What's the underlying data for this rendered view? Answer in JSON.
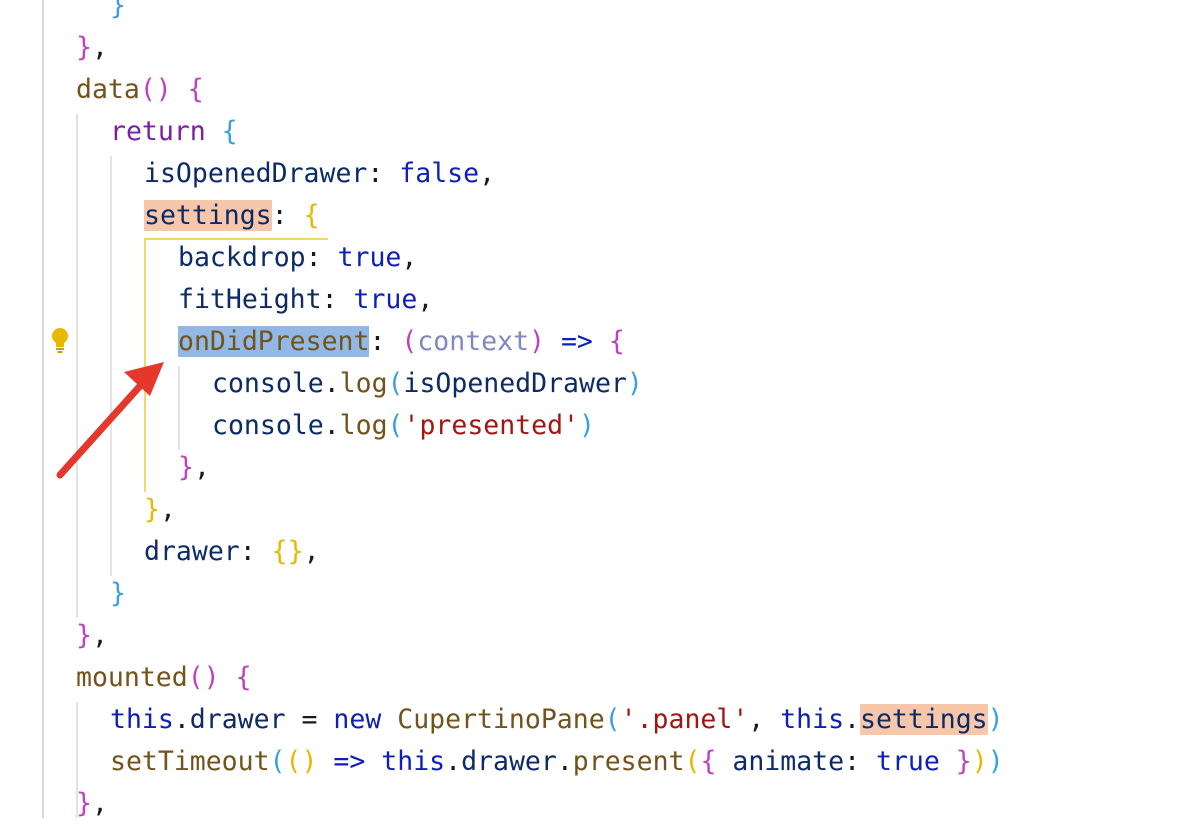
{
  "editor": {
    "lines": [
      {
        "indent": 3,
        "tokens": [
          {
            "t": "}",
            "c": "b3"
          }
        ]
      },
      {
        "indent": 2,
        "tokens": [
          {
            "t": "}",
            "c": "b2"
          },
          {
            "t": ",",
            "c": "plain"
          }
        ]
      },
      {
        "indent": 2,
        "tokens": [
          {
            "t": "data",
            "c": "fn"
          },
          {
            "t": "()",
            "c": "b2"
          },
          {
            "t": " ",
            "c": "plain"
          },
          {
            "t": "{",
            "c": "b2"
          }
        ]
      },
      {
        "indent": 3,
        "tokens": [
          {
            "t": "return",
            "c": "kw"
          },
          {
            "t": " ",
            "c": "plain"
          },
          {
            "t": "{",
            "c": "b3"
          }
        ]
      },
      {
        "indent": 4,
        "tokens": [
          {
            "t": "isOpenedDrawer",
            "c": "prop"
          },
          {
            "t": ": ",
            "c": "plain"
          },
          {
            "t": "false",
            "c": "bool"
          },
          {
            "t": ",",
            "c": "plain"
          }
        ]
      },
      {
        "indent": 4,
        "tokens": [
          {
            "t": "settings",
            "c": "prop hl-ref"
          },
          {
            "t": ": ",
            "c": "plain"
          },
          {
            "t": "{",
            "c": "b1"
          }
        ]
      },
      {
        "indent": 5,
        "tokens": [
          {
            "t": "backdrop",
            "c": "prop"
          },
          {
            "t": ": ",
            "c": "plain"
          },
          {
            "t": "true",
            "c": "bool"
          },
          {
            "t": ",",
            "c": "plain"
          }
        ]
      },
      {
        "indent": 5,
        "tokens": [
          {
            "t": "fitHeight",
            "c": "prop"
          },
          {
            "t": ": ",
            "c": "plain"
          },
          {
            "t": "true",
            "c": "bool"
          },
          {
            "t": ",",
            "c": "plain"
          }
        ]
      },
      {
        "indent": 5,
        "tokens": [
          {
            "t": "onDidPresent",
            "c": "fn hl-sel"
          },
          {
            "t": ": ",
            "c": "plain"
          },
          {
            "t": "(",
            "c": "b2"
          },
          {
            "t": "context",
            "c": "param"
          },
          {
            "t": ")",
            "c": "b2"
          },
          {
            "t": " ",
            "c": "plain"
          },
          {
            "t": "=>",
            "c": "op"
          },
          {
            "t": " ",
            "c": "plain"
          },
          {
            "t": "{",
            "c": "b2"
          }
        ]
      },
      {
        "indent": 6,
        "tokens": [
          {
            "t": "console",
            "c": "prop"
          },
          {
            "t": ".",
            "c": "plain"
          },
          {
            "t": "log",
            "c": "fn"
          },
          {
            "t": "(",
            "c": "b3"
          },
          {
            "t": "isOpenedDrawer",
            "c": "prop"
          },
          {
            "t": ")",
            "c": "b3"
          }
        ]
      },
      {
        "indent": 6,
        "tokens": [
          {
            "t": "console",
            "c": "prop"
          },
          {
            "t": ".",
            "c": "plain"
          },
          {
            "t": "log",
            "c": "fn"
          },
          {
            "t": "(",
            "c": "b3"
          },
          {
            "t": "'presented'",
            "c": "str"
          },
          {
            "t": ")",
            "c": "b3"
          }
        ]
      },
      {
        "indent": 5,
        "tokens": [
          {
            "t": "}",
            "c": "b2"
          },
          {
            "t": ",",
            "c": "plain"
          }
        ]
      },
      {
        "indent": 4,
        "tokens": [
          {
            "t": "}",
            "c": "b1"
          },
          {
            "t": ",",
            "c": "plain"
          }
        ]
      },
      {
        "indent": 4,
        "tokens": [
          {
            "t": "drawer",
            "c": "prop"
          },
          {
            "t": ": ",
            "c": "plain"
          },
          {
            "t": "{}",
            "c": "b1"
          },
          {
            "t": ",",
            "c": "plain"
          }
        ]
      },
      {
        "indent": 3,
        "tokens": [
          {
            "t": "}",
            "c": "b3"
          }
        ]
      },
      {
        "indent": 2,
        "tokens": [
          {
            "t": "}",
            "c": "b2"
          },
          {
            "t": ",",
            "c": "plain"
          }
        ]
      },
      {
        "indent": 2,
        "tokens": [
          {
            "t": "mounted",
            "c": "fn"
          },
          {
            "t": "()",
            "c": "b2"
          },
          {
            "t": " ",
            "c": "plain"
          },
          {
            "t": "{",
            "c": "b2"
          }
        ]
      },
      {
        "indent": 3,
        "tokens": [
          {
            "t": "this",
            "c": "bool"
          },
          {
            "t": ".",
            "c": "plain"
          },
          {
            "t": "drawer",
            "c": "prop"
          },
          {
            "t": " = ",
            "c": "plain"
          },
          {
            "t": "new",
            "c": "bool"
          },
          {
            "t": " ",
            "c": "plain"
          },
          {
            "t": "CupertinoPane",
            "c": "fn"
          },
          {
            "t": "(",
            "c": "b3"
          },
          {
            "t": "'.panel'",
            "c": "str"
          },
          {
            "t": ", ",
            "c": "plain"
          },
          {
            "t": "this",
            "c": "bool"
          },
          {
            "t": ".",
            "c": "plain"
          },
          {
            "t": "settings",
            "c": "prop hl-ref"
          },
          {
            "t": ")",
            "c": "b3"
          }
        ]
      },
      {
        "indent": 3,
        "tokens": [
          {
            "t": "setTimeout",
            "c": "fn"
          },
          {
            "t": "(",
            "c": "b3"
          },
          {
            "t": "()",
            "c": "b1"
          },
          {
            "t": " ",
            "c": "plain"
          },
          {
            "t": "=>",
            "c": "op"
          },
          {
            "t": " ",
            "c": "plain"
          },
          {
            "t": "this",
            "c": "bool"
          },
          {
            "t": ".",
            "c": "plain"
          },
          {
            "t": "drawer",
            "c": "prop"
          },
          {
            "t": ".",
            "c": "plain"
          },
          {
            "t": "present",
            "c": "fn"
          },
          {
            "t": "(",
            "c": "b1"
          },
          {
            "t": "{",
            "c": "b2"
          },
          {
            "t": " ",
            "c": "plain"
          },
          {
            "t": "animate",
            "c": "prop"
          },
          {
            "t": ": ",
            "c": "plain"
          },
          {
            "t": "true",
            "c": "bool"
          },
          {
            "t": " ",
            "c": "plain"
          },
          {
            "t": "}",
            "c": "b2"
          },
          {
            "t": ")",
            "c": "b1"
          },
          {
            "t": ")",
            "c": "b3"
          }
        ]
      },
      {
        "indent": 2,
        "tokens": [
          {
            "t": "}",
            "c": "b2"
          },
          {
            "t": ",",
            "c": "plain"
          }
        ]
      }
    ]
  },
  "icons": {
    "gutter_hint": "lightbulb-icon",
    "annotation": "red-arrow-annotation"
  },
  "colors": {
    "arrow": "#e5382c",
    "lightbulb": "#e6b800",
    "selection": "#92b9e6",
    "reference_highlight": "#f7c7ab"
  }
}
